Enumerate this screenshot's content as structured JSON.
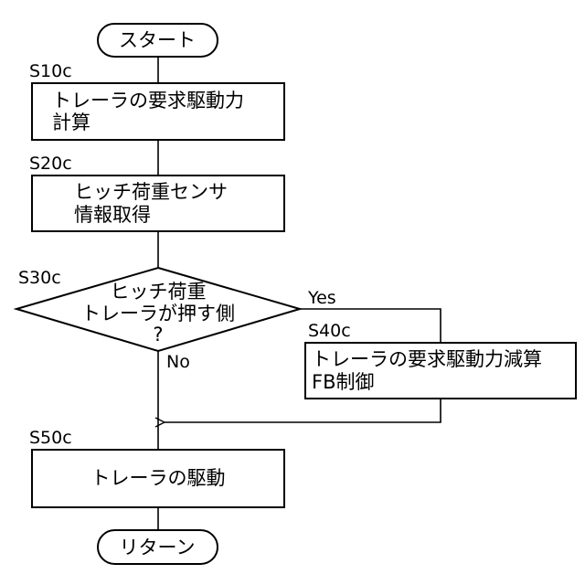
{
  "nodes": {
    "start": {
      "label": "スタート"
    },
    "s10c": {
      "step": "S10c",
      "lines": [
        "トレーラの要求駆動力",
        "計算"
      ]
    },
    "s20c": {
      "step": "S20c",
      "lines": [
        "ヒッチ荷重センサ",
        "情報取得"
      ]
    },
    "s30c": {
      "step": "S30c",
      "lines": [
        "ヒッチ荷重",
        "トレーラが押す側",
        "?"
      ]
    },
    "s40c": {
      "step": "S40c",
      "lines": [
        "トレーラの要求駆動力減算",
        "FB制御"
      ]
    },
    "s50c": {
      "step": "S50c",
      "lines": [
        "トレーラの駆動"
      ]
    },
    "end": {
      "label": "リターン"
    }
  },
  "branches": {
    "yes": "Yes",
    "no": "No"
  }
}
